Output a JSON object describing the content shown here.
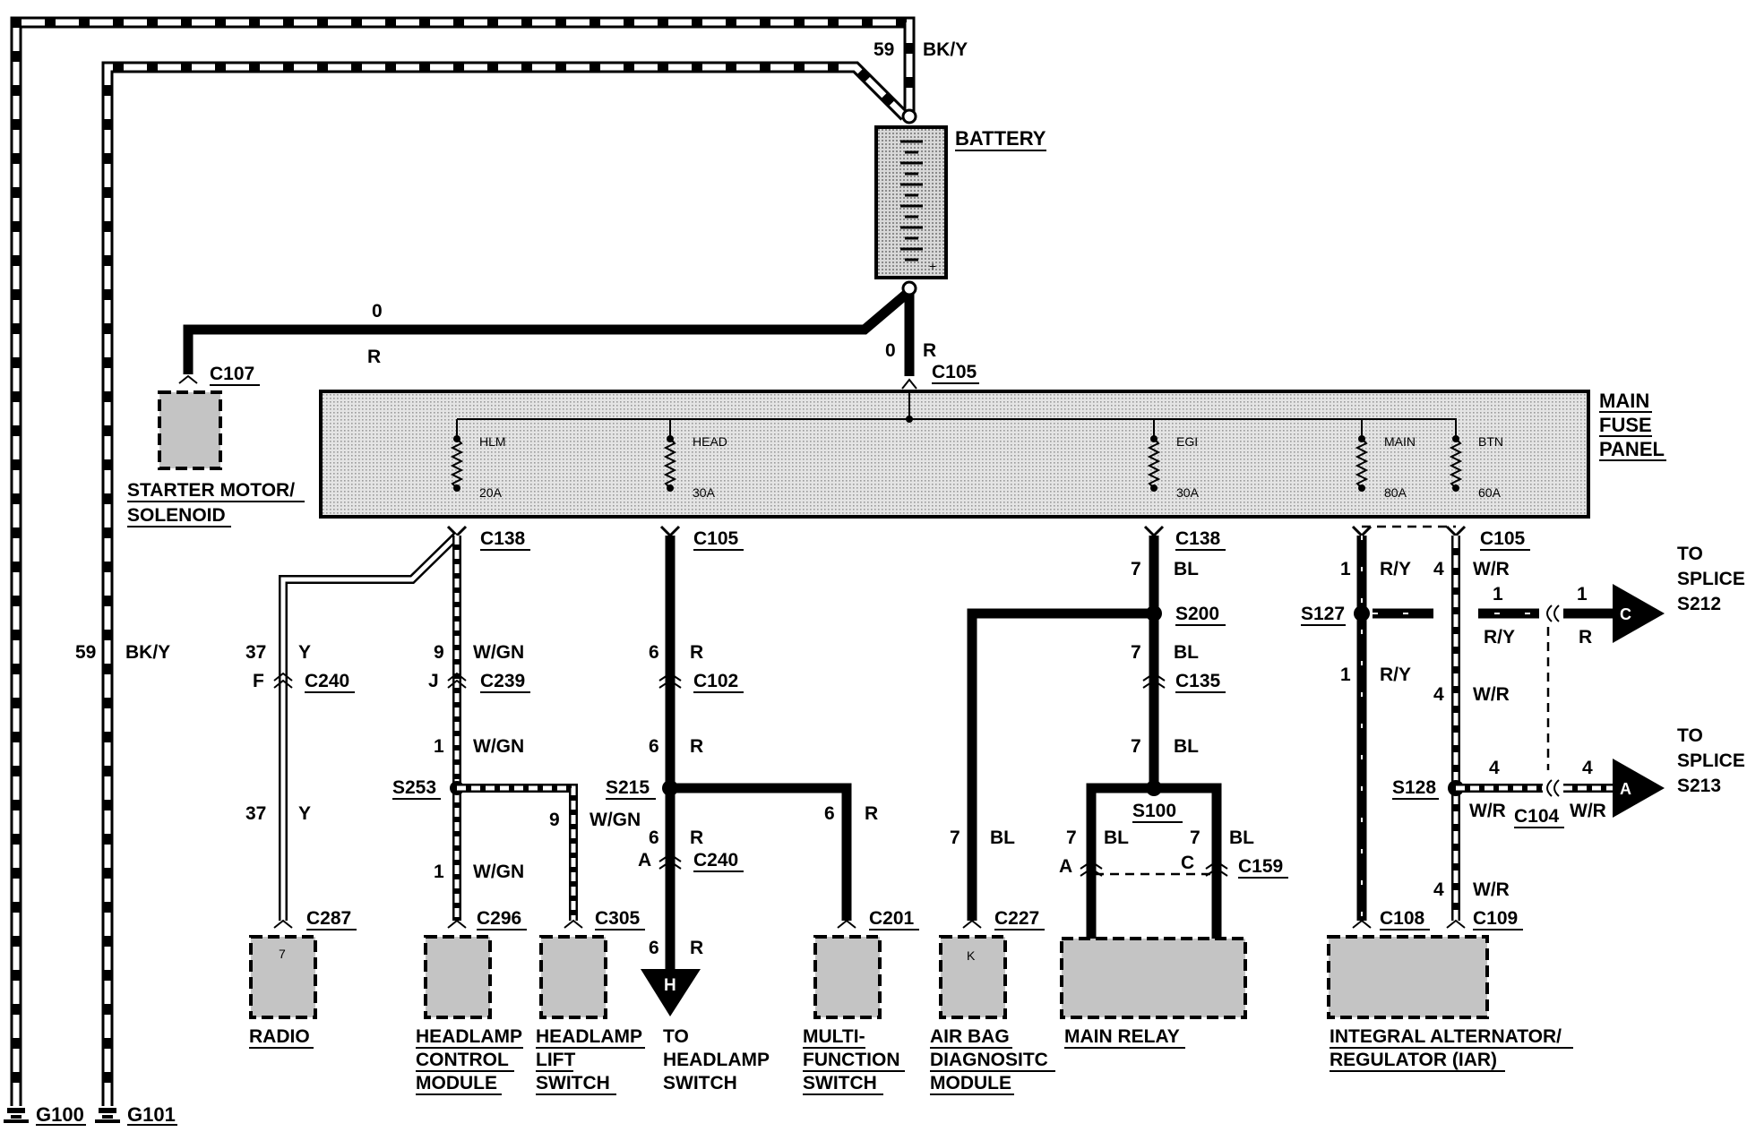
{
  "battery": {
    "label": "BATTERY",
    "circuit_top": "59",
    "color_top": "BK/Y",
    "circuit_bottom": "0",
    "color_bottom": "R",
    "plus": "+"
  },
  "starter": {
    "connector": "C107",
    "line1": "STARTER MOTOR/",
    "line2": "SOLENOID",
    "circuit": "0",
    "color": "R"
  },
  "main_fuse_panel": {
    "connector_in": "C105",
    "line1": "MAIN",
    "line2": "FUSE",
    "line3": "PANEL",
    "fuses": [
      {
        "name": "HLM",
        "rating": "20A"
      },
      {
        "name": "HEAD",
        "rating": "30A"
      },
      {
        "name": "EGI",
        "rating": "30A"
      },
      {
        "name": "MAIN",
        "rating": "80A"
      },
      {
        "name": "BTN",
        "rating": "60A"
      }
    ]
  },
  "grounds": {
    "g1": "G100",
    "g2": "G101",
    "left_circuit": "59",
    "left_color": "BK/Y"
  },
  "radio_branch": {
    "connector_top": "C138",
    "circuit": "37",
    "color": "Y",
    "pin": "F",
    "connector_mid": "C240",
    "circuit2": "37",
    "color2": "Y",
    "connector": "C287",
    "label": "RADIO",
    "pin_component": "7"
  },
  "hlm_branch": {
    "c1": "9",
    "col1": "W/GN",
    "pin": "J",
    "conn1": "C239",
    "c2": "1",
    "col2": "W/GN",
    "splice": "S253",
    "c3": "1",
    "col3": "W/GN",
    "conn2": "C296",
    "c4": "9",
    "col4": "W/GN",
    "conn3": "C305",
    "label_a1": "HEADLAMP",
    "label_a2": "CONTROL",
    "label_a3": "MODULE",
    "label_b1": "HEADLAMP",
    "label_b2": "LIFT",
    "label_b3": "SWITCH"
  },
  "head_branch": {
    "conn_top": "C105",
    "c1": "6",
    "col1": "R",
    "conn1": "C102",
    "c2": "6",
    "col2": "R",
    "splice": "S215",
    "c3": "6",
    "col3": "R",
    "pin": "A",
    "conn2": "C240",
    "c4": "6",
    "col4": "R",
    "arrow": "H",
    "to1": "TO",
    "to2": "HEADLAMP",
    "to3": "SWITCH",
    "c5": "6",
    "col5": "R",
    "conn3": "C201",
    "mf1": "MULTI-",
    "mf2": "FUNCTION",
    "mf3": "SWITCH"
  },
  "egi_branch": {
    "conn_top": "C138",
    "c1": "7",
    "col1": "BL",
    "splice1": "S200",
    "c2": "7",
    "col2": "BL",
    "conn1": "C135",
    "c3": "7",
    "col3": "BL",
    "splice2": "S100",
    "c4": "7",
    "col4": "BL",
    "pin_a": "A",
    "c5": "7",
    "col5": "BL",
    "pin_c": "C",
    "conn2": "C159",
    "relay": "MAIN RELAY",
    "c6": "7",
    "col6": "BL",
    "conn3": "C227",
    "pin_ab": "K",
    "ab1": "AIR BAG",
    "ab2": "DIAGNOSITC",
    "ab3": "MODULE"
  },
  "main_branch": {
    "conn_top": "C105",
    "c1": "1",
    "col1": "R/Y",
    "c2": "4",
    "col2": "W/R",
    "splice1": "S127",
    "c3": "1",
    "col3": "R/Y",
    "c4": "1",
    "col4": "R/Y",
    "c5": "1",
    "col5": "R",
    "arrow_c": "C",
    "to_c1": "TO",
    "to_c2": "SPLICE",
    "to_c3": "S212",
    "c6": "4",
    "col6": "W/R",
    "splice2": "S128",
    "c7": "4",
    "col7": "W/R",
    "conn1": "C104",
    "c8": "4",
    "col8": "W/R",
    "arrow_a": "A",
    "to_a1": "TO",
    "to_a2": "SPLICE",
    "to_a3": "S213",
    "c9": "4",
    "col9": "W/R",
    "conn2": "C108",
    "conn3": "C109",
    "iar1": "INTEGRAL ALTERNATOR/",
    "iar2": "REGULATOR (IAR)"
  }
}
